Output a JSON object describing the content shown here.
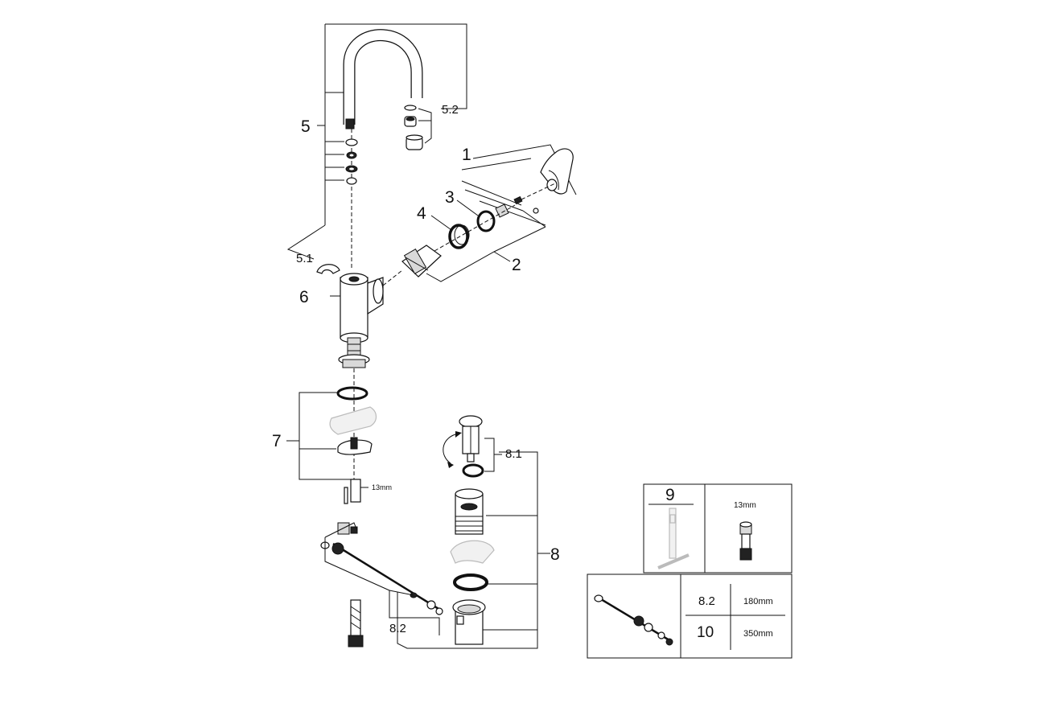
{
  "callouts": {
    "c1": "1",
    "c2": "2",
    "c3": "3",
    "c4": "4",
    "c5": "5",
    "c5_1": "5.1",
    "c5_2": "5.2",
    "c6": "6",
    "c7": "7",
    "c8": "8",
    "c8_1": "8.1",
    "c8_2": "8.2"
  },
  "wrench_size_label": "13mm",
  "tool_table": {
    "number": "9",
    "size": "13mm"
  },
  "rod_table": {
    "rows": [
      {
        "number": "8.2",
        "length": "180mm"
      },
      {
        "number": "10",
        "length": "350mm"
      }
    ]
  }
}
